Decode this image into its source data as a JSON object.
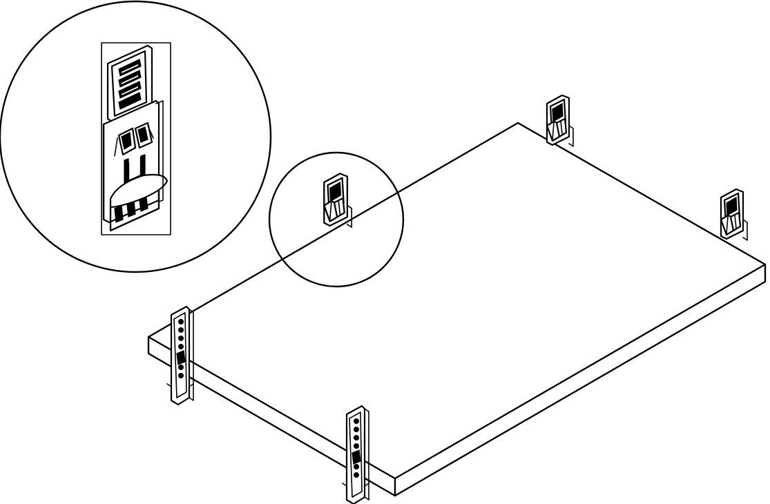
{
  "figure": {
    "background": "#ffffff",
    "line_color": "#000000",
    "components": [
      "shelf-panel",
      "detail-magnifier",
      "rear-shelf-clip",
      "front-mounting-bracket"
    ]
  }
}
